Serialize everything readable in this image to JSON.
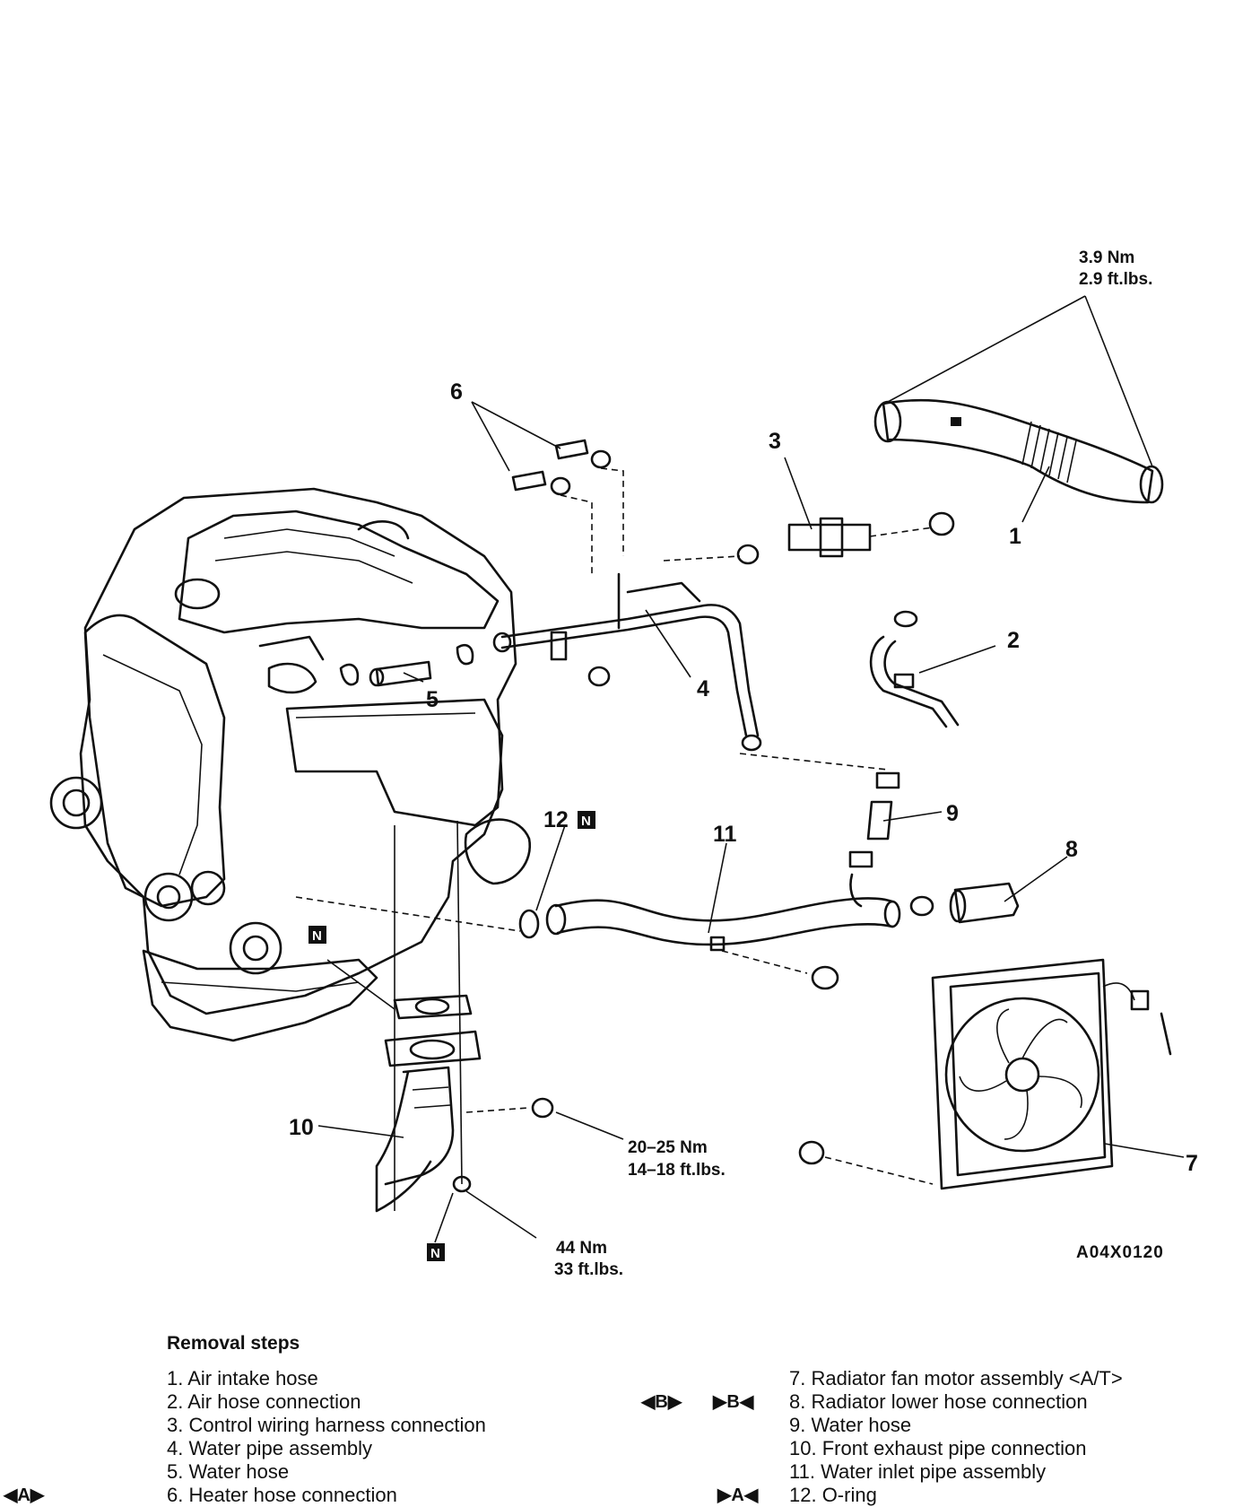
{
  "diagram": {
    "callouts": {
      "c1": "1",
      "c2": "2",
      "c3": "3",
      "c4": "4",
      "c5": "5",
      "c6": "6",
      "c7": "7",
      "c8": "8",
      "c9": "9",
      "c10": "10",
      "c11": "11",
      "c12": "12"
    },
    "new_part_mark": "N",
    "torque_1": {
      "nm": "3.9 Nm",
      "ftlbs": "2.9 ft.lbs."
    },
    "torque_2": {
      "nm": "20–25 Nm",
      "ftlbs": "14–18 ft.lbs."
    },
    "torque_3": {
      "nm": "44 Nm",
      "ftlbs": "33 ft.lbs."
    },
    "figure_code": "A04X0120"
  },
  "removal": {
    "title": "Removal steps",
    "left_steps": [
      "1. Air intake hose",
      "2. Air hose connection",
      "3. Control wiring harness connection",
      "4. Water pipe assembly",
      "5. Water hose",
      "6. Heater hose connection"
    ],
    "right_steps": [
      "7. Radiator fan motor assembly <A/T>",
      "8. Radiator lower hose connection",
      "9. Water hose",
      "10. Front exhaust pipe connection",
      "11. Water inlet pipe assembly",
      "12. O-ring"
    ],
    "marks": {
      "install_b": "◀B▶",
      "remove_b": "▶B◀",
      "remove_a": "▶A◀",
      "install_a": "◀A▶"
    }
  }
}
